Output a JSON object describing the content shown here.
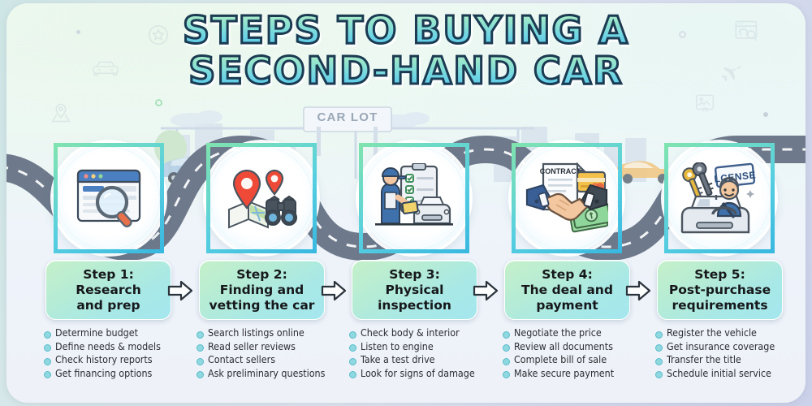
{
  "title": {
    "line1": "STEPS TO BUYING A",
    "line2": "SECOND-HAND CAR"
  },
  "scene": {
    "sign_text": "CAR LOT"
  },
  "icons": {
    "license_plate_text": "LCENSE",
    "contract_text": "CONTRACT"
  },
  "colors": {
    "title_gradient_start": "#b9efc4",
    "title_gradient_end": "#4fbfe6",
    "title_outline": "#1c3a52",
    "box_gradient_start": "#c5f0c9",
    "box_gradient_end": "#a4e7ee",
    "circle_ring": "#4fcfe2",
    "bullet": "#8fd8e0",
    "road": "#6e7a8c",
    "page_background": "#eef4f8"
  },
  "steps": [
    {
      "id": 1,
      "icon_name": "browser-search-icon",
      "label_lines": [
        "Step 1:",
        "Research",
        "and prep"
      ],
      "bullets": [
        "Determine budget",
        "Define needs & models",
        "Check history reports",
        "Get financing options"
      ]
    },
    {
      "id": 2,
      "icon_name": "map-pins-binoculars-icon",
      "label_lines": [
        "Step 2:",
        "Finding and",
        "vetting the car"
      ],
      "bullets": [
        "Search listings online",
        "Read seller reviews",
        "Contact sellers",
        "Ask preliminary questions"
      ]
    },
    {
      "id": 3,
      "icon_name": "mechanic-checklist-car-icon",
      "label_lines": [
        "Step 3:",
        "Physical",
        "inspection"
      ],
      "bullets": [
        "Check body & interior",
        "Listen to engine",
        "Take a test drive",
        "Look for signs of damage"
      ]
    },
    {
      "id": 4,
      "icon_name": "handshake-contract-money-icon",
      "label_lines": [
        "Step 4:",
        "The deal and",
        "payment"
      ],
      "bullets": [
        "Negotiate the price",
        "Review all documents",
        "Complete bill of sale",
        "Make secure payment"
      ]
    },
    {
      "id": 5,
      "icon_name": "driver-keys-license-icon",
      "label_lines": [
        "Step 5:",
        "Post-purchase",
        "requirements"
      ],
      "bullets": [
        "Register the vehicle",
        "Get insurance coverage",
        "Transfer the title",
        "Schedule initial service"
      ]
    }
  ],
  "watermarks": [
    {
      "name": "star-badge-icon"
    },
    {
      "name": "car-front-icon"
    },
    {
      "name": "map-pin-icon"
    },
    {
      "name": "airplane-icon"
    },
    {
      "name": "browser-car-search-icon"
    },
    {
      "name": "photo-car-icon"
    }
  ]
}
